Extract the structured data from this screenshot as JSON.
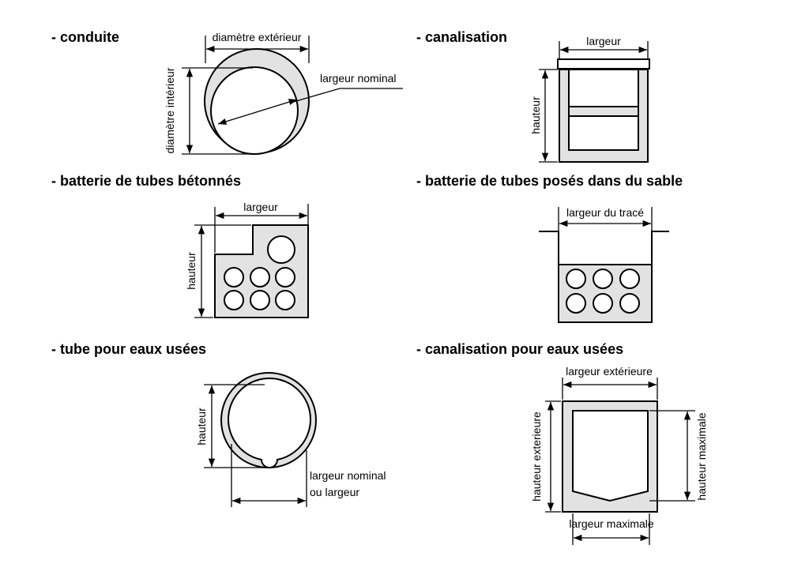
{
  "diagrams": {
    "conduite": {
      "title": "- conduite",
      "outer": "diamètre extérieur",
      "inner": "diamètre intérieur",
      "nominal": "largeur nominal"
    },
    "canalisation": {
      "title": "- canalisation",
      "width": "largeur",
      "height": "hauteur"
    },
    "batterie_betonnes": {
      "title": "- batterie de tubes bétonnés",
      "width": "largeur",
      "height": "hauteur"
    },
    "batterie_sable": {
      "title": "-  batterie de tubes posés dans du sable",
      "width": "largeur du tracé"
    },
    "tube_eaux": {
      "title": "- tube pour eaux usées",
      "height": "hauteur",
      "nominal1": "largeur nominal",
      "nominal2": "ou largeur"
    },
    "canal_eaux": {
      "title": "- canalisation pour eaux usées",
      "outer_width": "largeur extérieure",
      "outer_height": "hauteur exterieure",
      "max_height": "hauteur maximale",
      "max_width": "largeur maximale"
    }
  }
}
